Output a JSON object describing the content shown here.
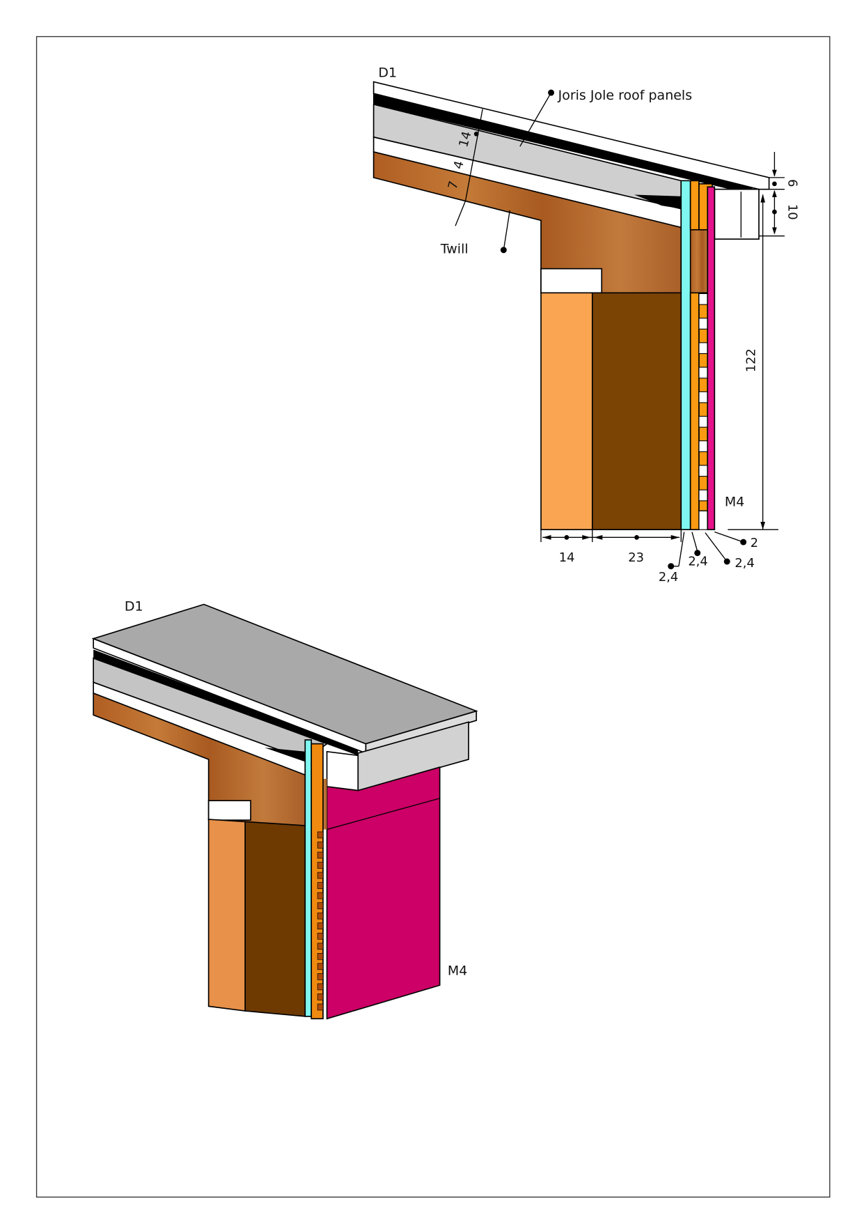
{
  "colors": {
    "frame": "#333333",
    "wood": "#b8692a",
    "wood_light": "#c98040",
    "insulation_light": "#f9a552",
    "timber_dark": "#7b4304",
    "membrane_cyan": "#7ff7f0",
    "batten_orange": "#f99a12",
    "cladding_magenta": "#e5128c",
    "cladding_magenta_3d": "#cc0066",
    "roof_grey": "#cfcfcf",
    "roof_top_3d": "#a9a9a9",
    "roof_black": "#000000"
  },
  "section": {
    "label_top": "D1",
    "label_wall": "M4",
    "annotations": {
      "roof_panels": "Joris Jole roof panels",
      "rafter": "Twill"
    },
    "dimensions": {
      "roof_layer_1": "14",
      "roof_layer_2": "4",
      "roof_layer_3": "7",
      "edge_top": "6",
      "edge_fascia": "10",
      "wall_height": "122",
      "wall_inner": "14",
      "wall_stud": "23",
      "layer_a": "2,4",
      "layer_b": "2,4",
      "layer_c": "2,4",
      "layer_cladding": "2"
    }
  },
  "isometric": {
    "label_top": "D1",
    "label_wall": "M4"
  }
}
